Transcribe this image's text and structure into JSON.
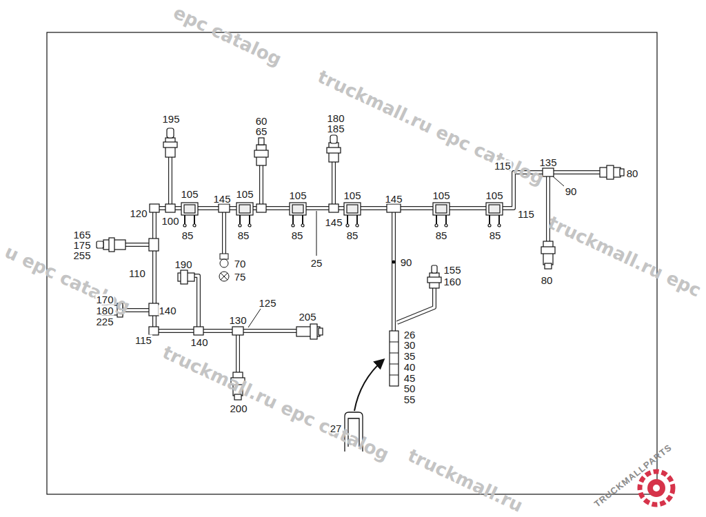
{
  "diagram": {
    "labels": [
      "epc catalog",
      "truckmall.ru epc catalog",
      "truckmall.ru epc",
      "u epc catalog",
      "truckmall.ru epc catalog",
      "truckmall.ru",
      "TRUCKMALLPARTS",
      "195",
      "60",
      "65",
      "180",
      "185",
      "105",
      "145",
      "105",
      "105",
      "105",
      "145",
      "105",
      "105",
      "120",
      "100",
      "145",
      "85",
      "85",
      "85",
      "85",
      "85",
      "85",
      "115",
      "135",
      "90",
      "80",
      "115",
      "80",
      "165",
      "175",
      "255",
      "110",
      "70",
      "75",
      "25",
      "90",
      "190",
      "155",
      "160",
      "170",
      "180",
      "225",
      "140",
      "125",
      "205",
      "130",
      "115",
      "140",
      "26",
      "30",
      "35",
      "40",
      "45",
      "50",
      "55",
      "27",
      "200"
    ]
  }
}
